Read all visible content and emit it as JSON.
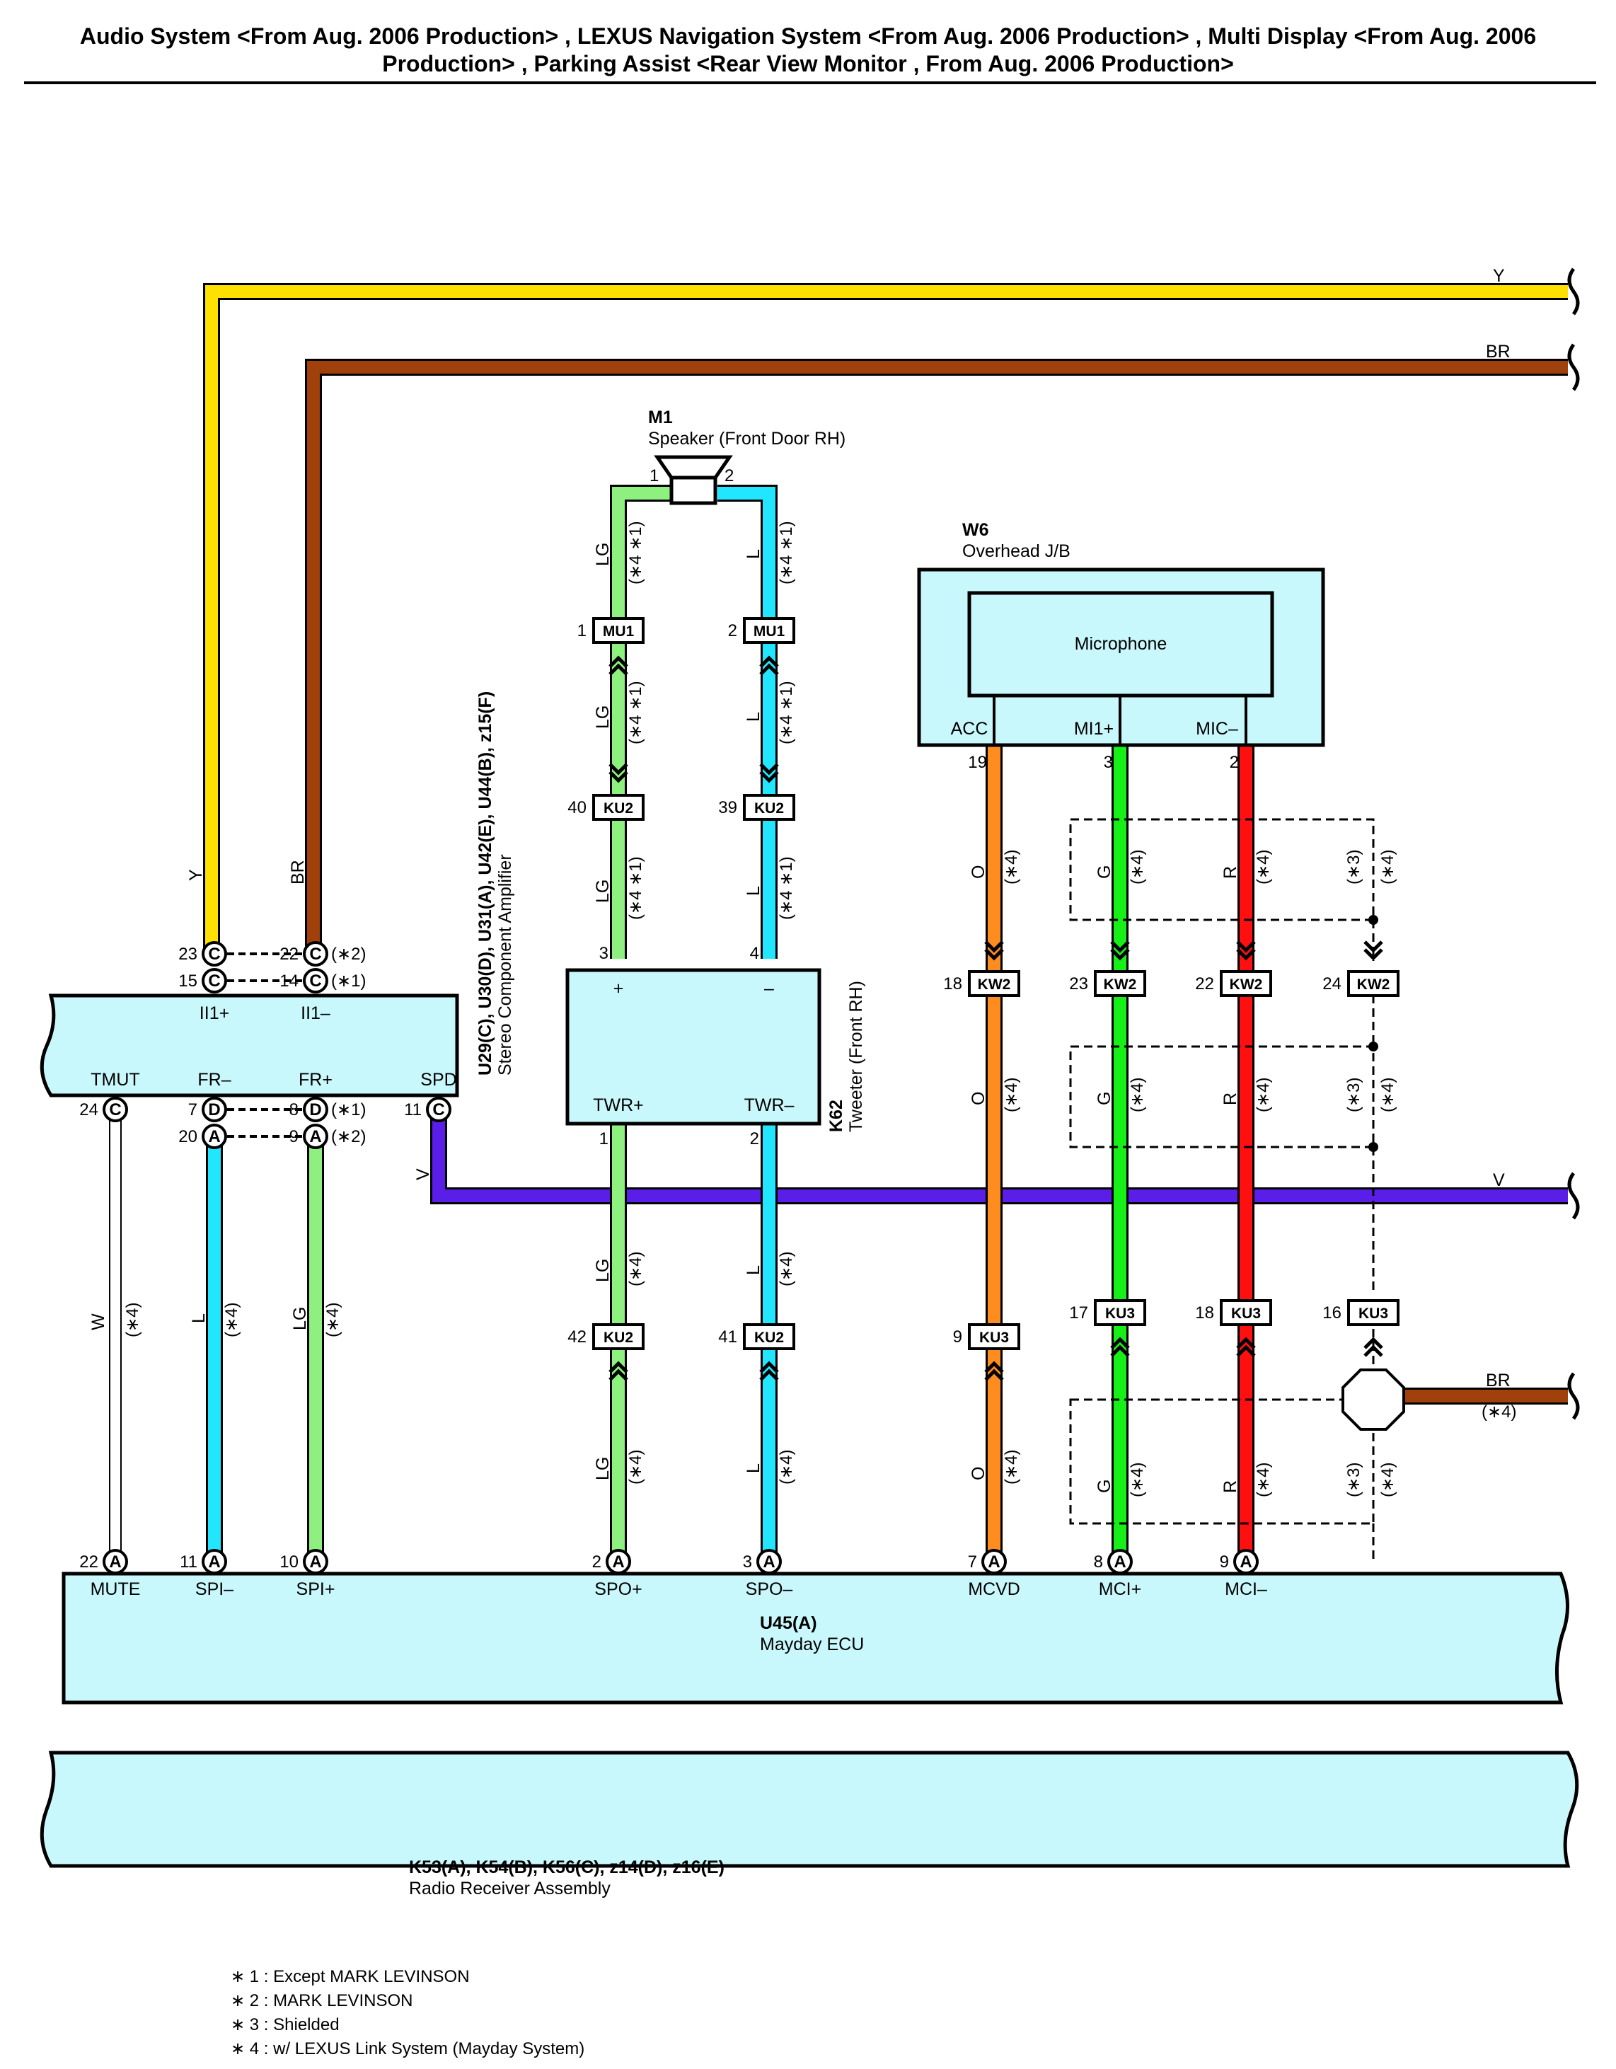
{
  "title_line1": "Audio System <From Aug. 2006 Production> , LEXUS Navigation System <From Aug. 2006 Production> , Multi Display <From Aug. 2006",
  "title_line2": "Production> , Parking Assist <Rear View Monitor , From Aug. 2006 Production>",
  "colors": {
    "Y": "#ffe100",
    "BR": "#a0400a",
    "V": "#5a1ee8",
    "L": "#22e6ff",
    "LG": "#8ef07e",
    "O": "#ff8c1e",
    "G": "#16f016",
    "R": "#ff1010",
    "W": "#ffffff",
    "fill": "#c9f8fc"
  },
  "components": {
    "m1": {
      "code": "M1",
      "name": "Speaker (Front Door RH)",
      "pin1": "1",
      "pin2": "2"
    },
    "w6": {
      "code": "W6",
      "name": "Overhead J/B",
      "inner": "Microphone",
      "acc": "ACC",
      "mi1p": "MI1+",
      "micm": "MIC–",
      "pin_acc": "19",
      "pin_mi": "3",
      "pin_mic": "2"
    },
    "amp": {
      "codes": "U29(C), U30(D), U31(A), U42(E), U44(B), z15(F)",
      "name": "Stereo Component Amplifier",
      "ii1p": "II1+",
      "ii1m": "II1–",
      "tmut": "TMUT",
      "frm": "FR–",
      "frp": "FR+",
      "spd": "SPD"
    },
    "k62": {
      "code": "K62",
      "name": "Tweeter (Front RH)",
      "plus": "+",
      "minus": "–",
      "twrp": "TWR+",
      "twrm": "TWR–",
      "pin3": "3",
      "pin4": "4",
      "pin1": "1",
      "pin2": "2"
    },
    "u45": {
      "code": "U45(A)",
      "name": "Mayday ECU",
      "pins": [
        "MUTE",
        "SPI–",
        "SPI+",
        "SPO+",
        "SPO–",
        "MCVD",
        "MCI+",
        "MCI–"
      ]
    },
    "radio": {
      "code": "K53(A), K54(B), K56(C), z14(D), z16(E)",
      "name": "Radio Receiver Assembly"
    }
  },
  "wires": {
    "y": "Y",
    "br": "BR",
    "v": "V",
    "w": "W",
    "l": "L",
    "lg": "LG",
    "o": "O",
    "g": "G",
    "r": "R",
    "s4": "(∗4)",
    "s41": "(∗4 ∗1)",
    "s3": "(∗3)",
    "s1": "(∗1)",
    "s2": "(∗2)"
  },
  "connectors": {
    "mu1": "MU1",
    "ku2": "KU2",
    "kw2": "KW2",
    "ku3": "KU3",
    "a": "A",
    "c": "C",
    "d": "D"
  },
  "pins": {
    "mu1_lg": "1",
    "mu1_l": "2",
    "ku2_lg": "40",
    "ku2_l": "39",
    "amp_23": "23",
    "amp_22": "22",
    "amp_15": "15",
    "amp_14": "14",
    "amp_24": "24",
    "amp_7": "7",
    "amp_8": "8",
    "amp_20": "20",
    "amp_9": "9",
    "amp_11": "11",
    "ku2_42": "42",
    "ku2_41": "41",
    "ku3_9": "9",
    "kw2_18": "18",
    "kw2_23": "23",
    "kw2_22": "22",
    "kw2_24": "24",
    "ku3_17": "17",
    "ku3_18": "18",
    "ku3_16": "16",
    "u45_22": "22",
    "u45_11": "11",
    "u45_10": "10",
    "u45_2": "2",
    "u45_3": "3",
    "u45_7": "7",
    "u45_8": "8",
    "u45_9": "9"
  },
  "notes": [
    "∗ 1 : Except MARK LEVINSON",
    "∗ 2 : MARK LEVINSON",
    "∗ 3 : Shielded",
    "∗ 4 : w/ LEXUS Link System (Mayday System)"
  ]
}
